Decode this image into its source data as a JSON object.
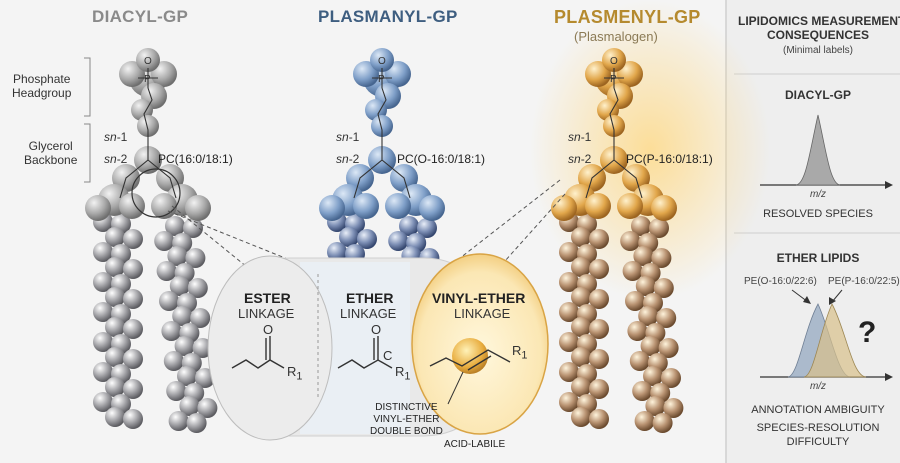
{
  "titles": {
    "diacyl": "DIACYL-GP",
    "plasmanyl": "PLASMANYL-GP",
    "plasmenyl": "PLASMENYL-GP",
    "plasmenyl_sub": "(Plasmalogen)"
  },
  "labels": {
    "phosphate_line1": "Phosphate",
    "phosphate_line2": "Headgroup",
    "glycerol_line1": "Glycerol",
    "glycerol_line2": "Backbone",
    "sn_prefix": "sn",
    "sn1_suffix": "-1",
    "sn2_suffix": "-2"
  },
  "species": {
    "diacyl": "PC(16:0/18:1)",
    "plasmanyl": "PC(O-16:0/18:1)",
    "plasmenyl": "PC(P-16:0/18:1)"
  },
  "linkages": {
    "ester_title": "ESTER",
    "ester_sub": "LINKAGE",
    "ether_title": "ETHER",
    "ether_sub": "LINKAGE",
    "vinyl_title": "VINYL-ETHER",
    "vinyl_sub": "LINKAGE",
    "r_label": "R",
    "r_sub": "1",
    "o_label": "O",
    "c_label": "C",
    "distinctive_line1": "DISTINCTIVE",
    "distinctive_line2": "VINYL-ETHER",
    "distinctive_line3": "DOUBLE BOND",
    "acid_labile": "ACID-LABILE"
  },
  "panel": {
    "title_line1": "LIPIDOMICS MEASUREMENT",
    "title_line2": "CONSEQUENCES",
    "subtitle": "(Minimal labels)",
    "diacyl_head": "DIACYL-GP",
    "axis_label": "m/z",
    "resolved": "RESOLVED SPECIES",
    "ether_head": "ETHER LIPIDS",
    "pe_o": "PE(O-16:0/22:6)",
    "pe_p": "PE(P-16:0/22:5)",
    "question": "?",
    "ambiguity": "ANNOTATION AMBIGUITY",
    "difficulty_line1": "SPECIES-RESOLUTION",
    "difficulty_line2": "DIFFICULTY"
  },
  "colors": {
    "diacyl": "#9c9c9c",
    "plasmanyl": "#5b7fae",
    "plasmenyl": "#d9a03c",
    "panel_bg": "#eeeeee"
  }
}
